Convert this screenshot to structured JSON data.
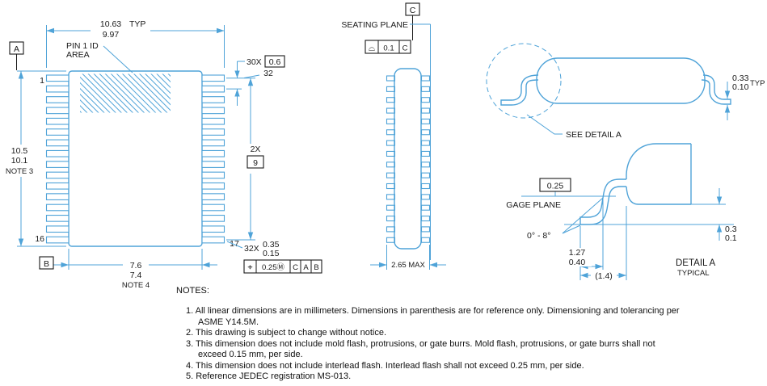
{
  "colors": {
    "line": "#4fa3d8",
    "text": "#1a1a1a"
  },
  "top_view": {
    "dim_width": {
      "upper": "10.63",
      "lower": "9.97",
      "suffix": "TYP"
    },
    "pin1_id": {
      "line1": "PIN 1 ID",
      "line2": "AREA"
    },
    "datum_a": "A",
    "datum_b": "B",
    "pin_labels": {
      "top_left": "1",
      "top_right": "32",
      "bottom_left": "16",
      "bottom_right": "17"
    },
    "dim_length": {
      "upper": "10.5",
      "lower": "10.1",
      "note": "NOTE 3"
    },
    "pitch": {
      "count": "30X",
      "value": "0.6"
    },
    "span": {
      "count": "2X",
      "value": "9"
    },
    "lead_width": {
      "count": "32X",
      "upper": "0.35",
      "lower": "0.15"
    },
    "position_fcf": {
      "cells": [
        "⌖",
        "0.25Ⓜ",
        "C",
        "A",
        "B"
      ]
    },
    "dim_body": {
      "upper": "7.6",
      "lower": "7.4",
      "note": "NOTE 4"
    }
  },
  "side_view": {
    "datum_c": "C",
    "seating_plane_label": "SEATING PLANE",
    "flatness_fcf": {
      "cells": [
        "⌓",
        "0.1",
        "C"
      ]
    },
    "dim_height": "2.65 MAX"
  },
  "lead_detail": {
    "see_detail": "SEE DETAIL A",
    "dim_thickness": {
      "upper": "0.33",
      "lower": "0.10",
      "suffix": "TYP"
    },
    "gage": {
      "value": "0.25",
      "label": "GAGE PLANE"
    },
    "angle": "0° - 8°",
    "dim_foot": {
      "upper": "1.27",
      "lower": "0.40"
    },
    "dim_ref": "(1.4)",
    "title": "DETAIL A",
    "subtitle": "TYPICAL",
    "dim_standoff": {
      "upper": "0.3",
      "lower": "0.1"
    }
  },
  "notes": {
    "heading": "NOTES:",
    "items": [
      "1. All linear dimensions are in millimeters. Dimensions in parenthesis are for reference only. Dimensioning and tolerancing per ASME Y14.5M.",
      "2. This drawing is subject to change without notice.",
      "3. This dimension does not include mold flash, protrusions, or gate burrs. Mold flash, protrusions, or gate burrs shall not exceed 0.15 mm, per side.",
      "4. This dimension does not include interlead flash. Interlead flash shall not exceed 0.25 mm, per side.",
      "5. Reference JEDEC registration MS-013."
    ]
  }
}
